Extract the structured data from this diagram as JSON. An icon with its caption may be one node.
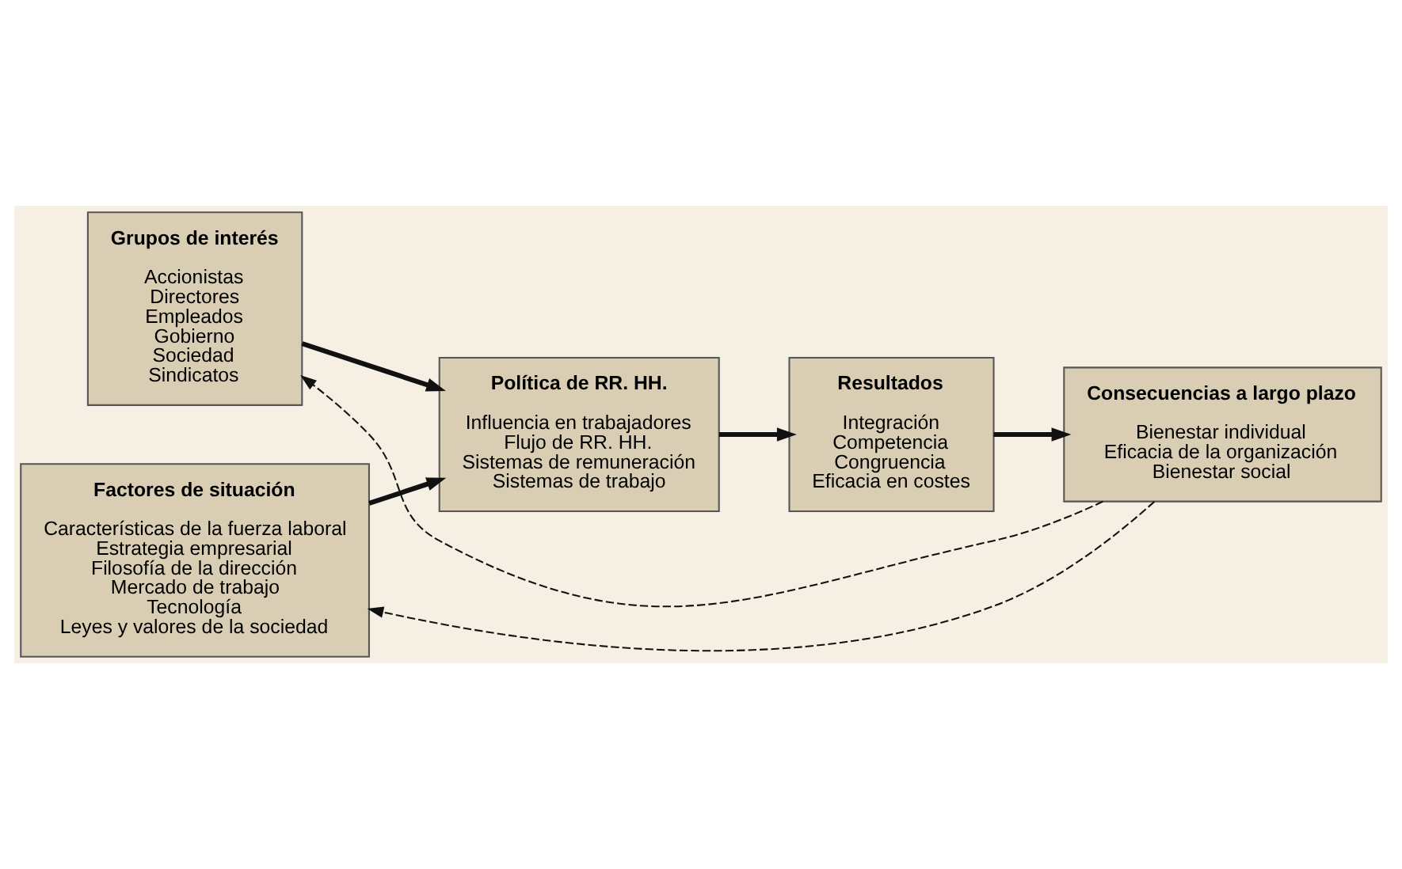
{
  "diagram": {
    "nodes": [
      {
        "text": [
          "Grupos de interés",
          "Accionistas",
          "Directores",
          "Empleados",
          "Gobierno",
          "Sociedad",
          "Sindicatos"
        ]
      },
      {
        "text": [
          "Factores de situación",
          "Características de la fuerza laboral",
          "Estrategia empresarial",
          "Filosofía de la dirección",
          "Mercado de trabajo",
          "Tecnología",
          "Leyes y valores de la sociedad"
        ]
      },
      {
        "text": [
          "Política de RR. HH.",
          "Influencia en trabajadores",
          "Flujo de RR. HH.",
          "Sistemas de remuneración",
          "Sistemas de trabajo"
        ]
      },
      {
        "text": [
          "Resultados",
          "Integración",
          "Competencia",
          "Congruencia",
          "Eficacia en costes"
        ]
      },
      {
        "text": [
          "Consecuencias a largo plazo",
          "Bienestar individual",
          "Eficacia de la organización",
          "Bienestar social"
        ]
      }
    ],
    "edges": [
      {
        "from": 0,
        "to": 2,
        "arrow": "to"
      },
      {
        "from": 1,
        "to": 2,
        "arrow": "to"
      },
      {
        "from": 2,
        "to": 3,
        "arrow": "to"
      },
      {
        "from": 3,
        "to": 4,
        "arrow": "to"
      },
      {
        "from": 4,
        "to": 0,
        "arrow": "to",
        "style": "dashed"
      },
      {
        "from": 4,
        "to": 1,
        "arrow": "to",
        "style": "dashed"
      }
    ]
  }
}
